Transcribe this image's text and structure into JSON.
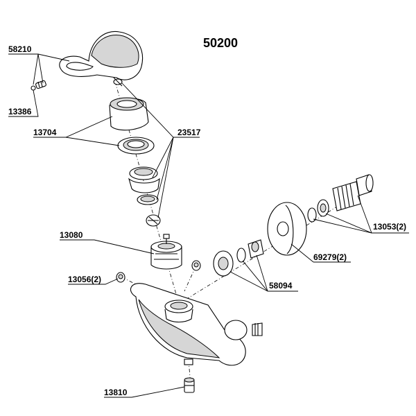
{
  "diagram": {
    "title": "50200",
    "labels": {
      "p58210": "58210",
      "p13386": "13386",
      "p13704": "13704",
      "p23517": "23517",
      "p13080": "13080",
      "p13056": "13056(2)",
      "p13810": "13810",
      "p13053": "13053(2)",
      "p69279": "69279(2)",
      "p58094": "58094"
    }
  }
}
